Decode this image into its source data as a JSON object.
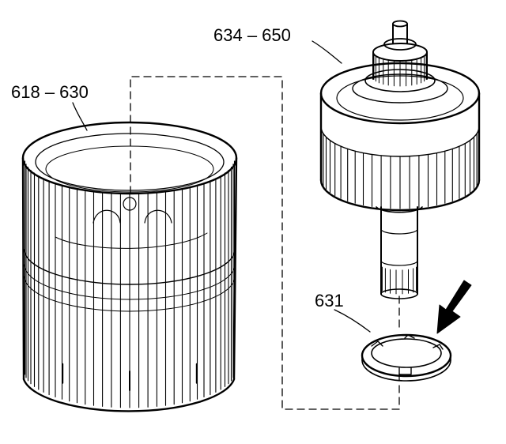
{
  "labels": {
    "drum_housing": "618 – 630",
    "input_shaft_assembly": "634 – 650",
    "thrust_washer": "631"
  },
  "colors": {
    "line": "#000000",
    "background": "#ffffff"
  },
  "icons": {
    "pointer": "arrow-icon"
  }
}
